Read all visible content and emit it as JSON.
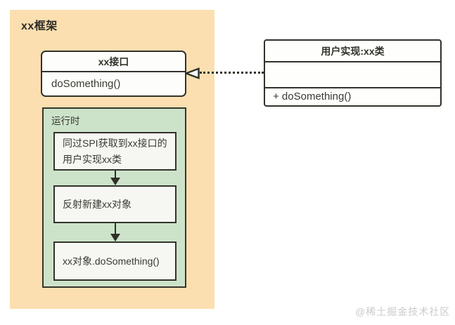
{
  "colors": {
    "frame_bg": "#FBDFB0",
    "runtime_bg": "#CCE3CA",
    "box_bg": "#F6F6F3",
    "border": "#32322B",
    "watermark_text": "#CBCBCB"
  },
  "frame": {
    "title": "xx框架"
  },
  "interface_box": {
    "title": "xx接口",
    "method": "doSomething()"
  },
  "runtime": {
    "label": "运行时",
    "steps": [
      "同过SPI获取到xx接口的用户实现xx类",
      "反射新建xx对象",
      "xx对象.doSomething()"
    ]
  },
  "user_class": {
    "title": "用户实现:xx类",
    "fields": "",
    "method": "+ doSomething()"
  },
  "watermark": "@稀土掘金技术社区"
}
